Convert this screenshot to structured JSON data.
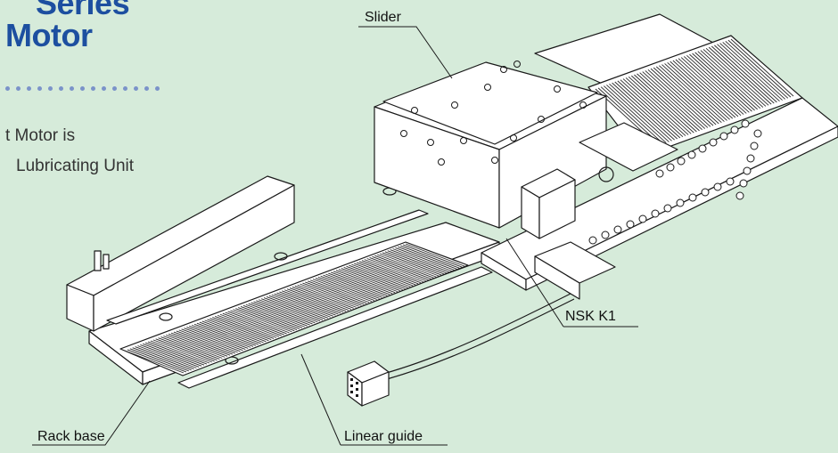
{
  "heading": {
    "line1": "Series",
    "line2": "Motor"
  },
  "body_text": {
    "line1": "t Motor is",
    "line2": "Lubricating Unit"
  },
  "callouts": {
    "slider": "Slider",
    "nsk_k1": "NSK K1",
    "rack_base": "Rack base",
    "linear_guide": "Linear guide"
  },
  "colors": {
    "background": "#d6ebda",
    "heading": "#1d4fa0",
    "dots": "#7b93c9"
  }
}
